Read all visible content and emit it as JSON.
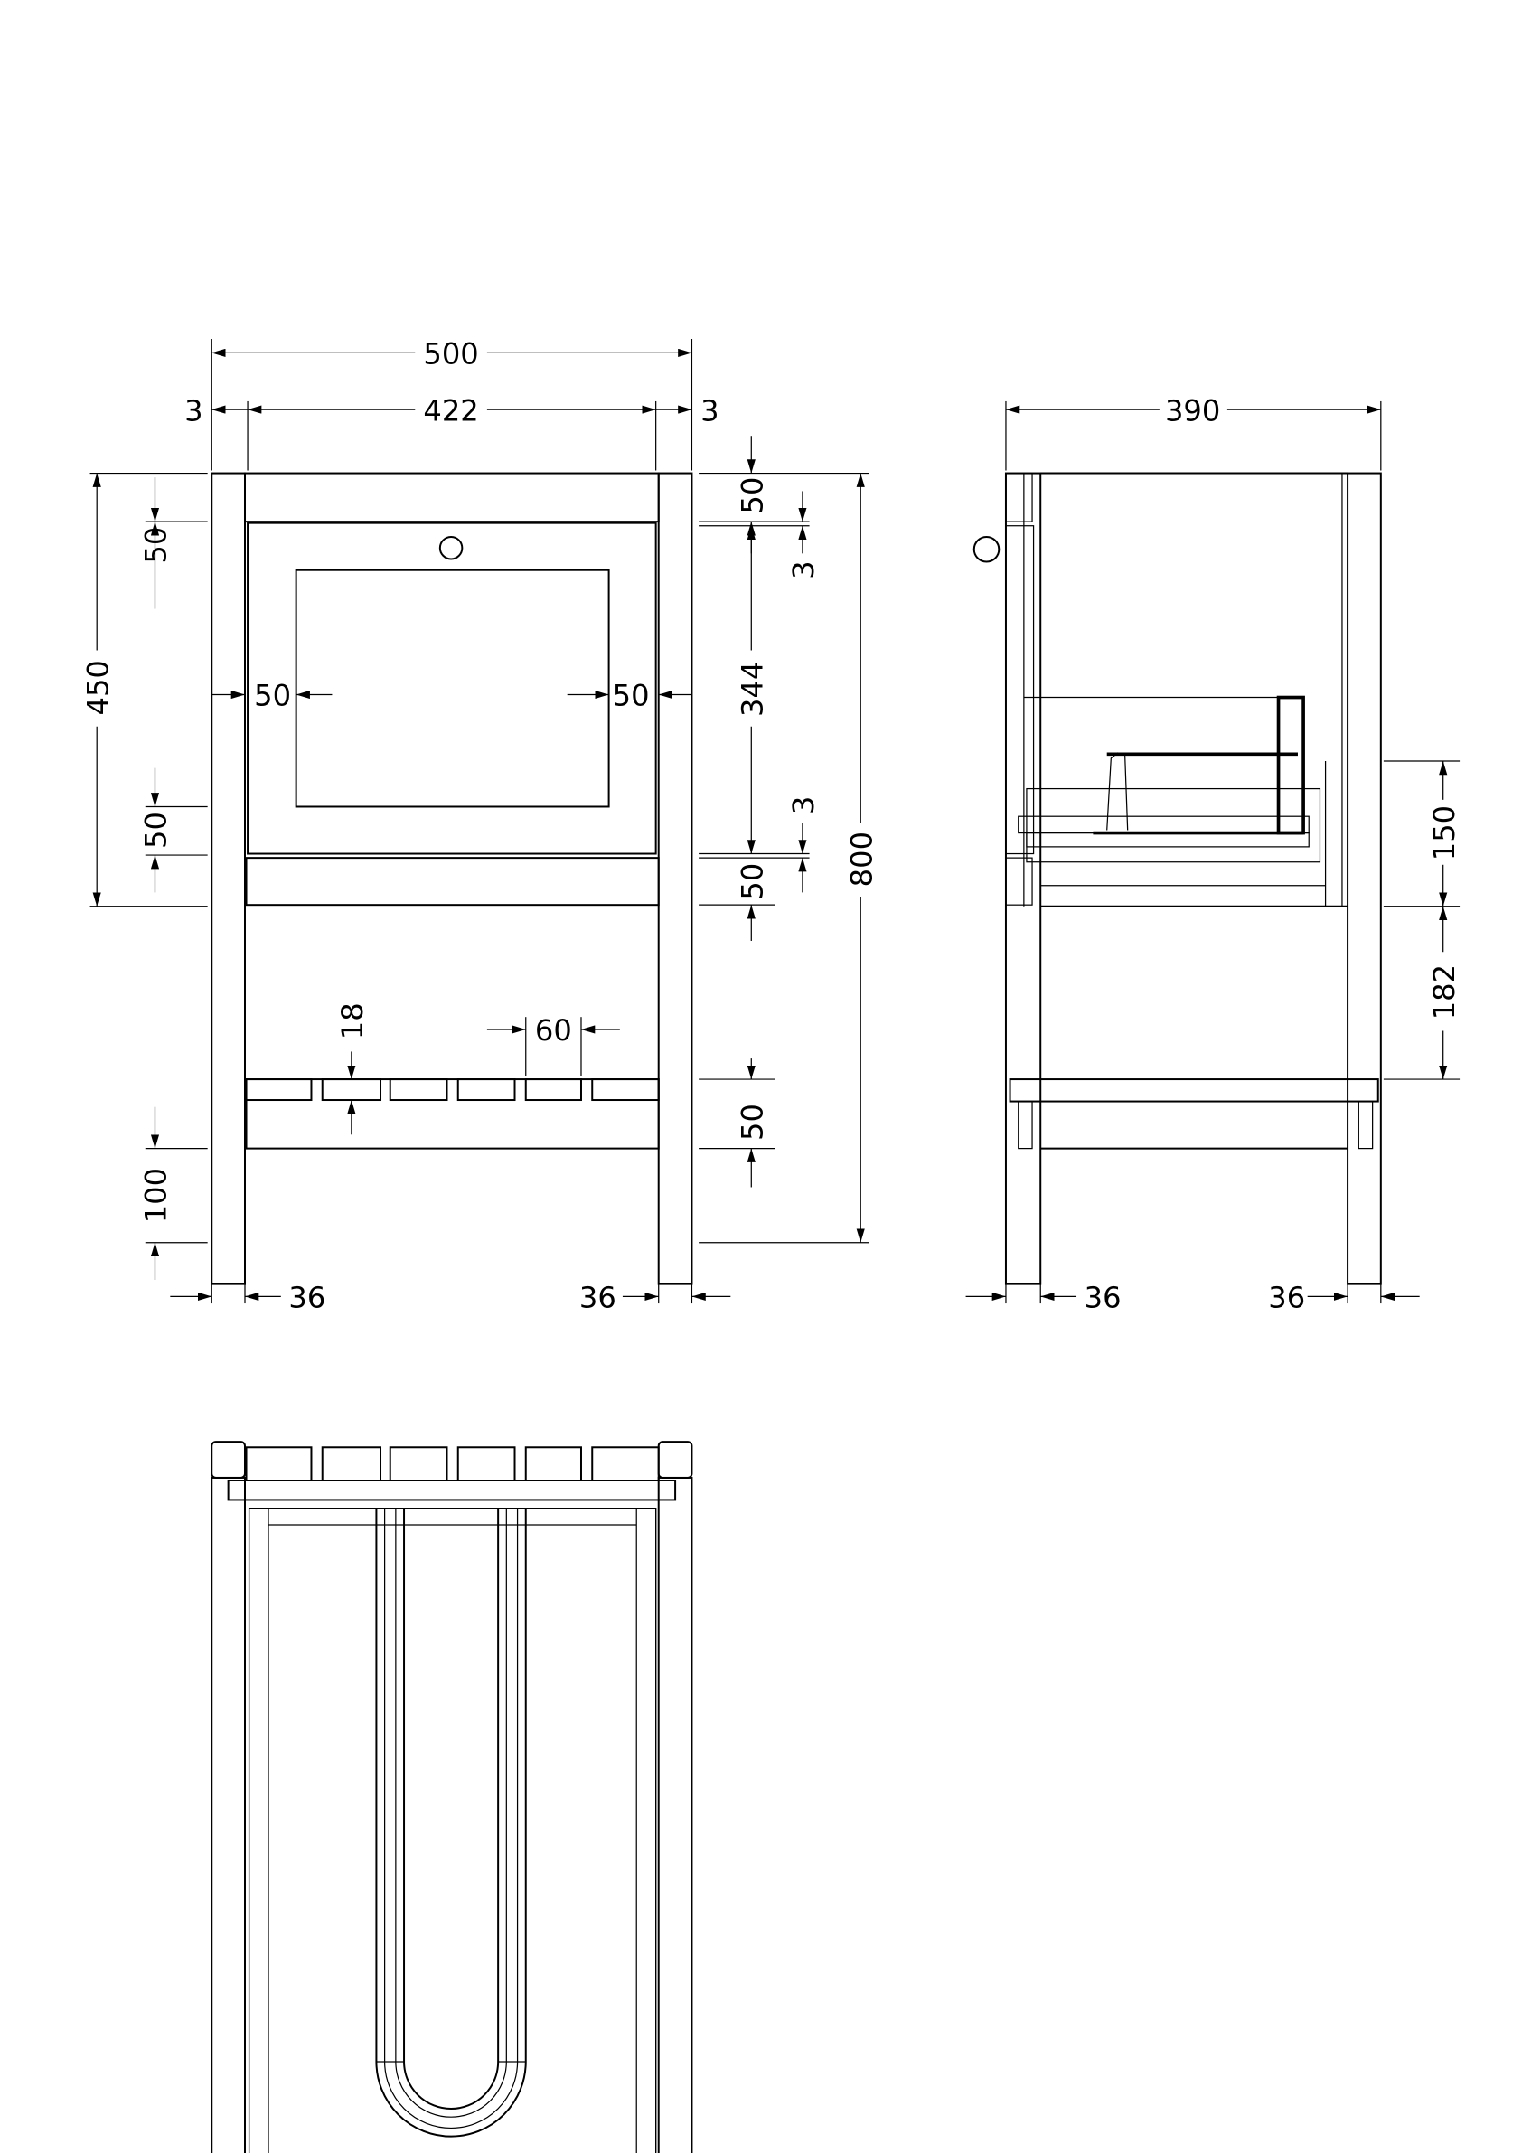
{
  "title": "Vanity unit technical drawing",
  "colors": {
    "line": "#000000",
    "background": "#ffffff"
  },
  "units": "mm",
  "front_view": {
    "overall_width": "500",
    "inner_width": "422",
    "left_gap": "3",
    "right_gap": "3",
    "upper_height": "450",
    "top_rail_left": "50",
    "bottom_rail_left": "50",
    "foot_height": "100",
    "glass_margin_left": "50",
    "glass_margin_right": "50",
    "top_rail_right": "50",
    "gap_top": "3",
    "panel_height": "344",
    "gap_bottom": "3",
    "lower_rail_right": "50",
    "overall_height": "800",
    "slat_thickness": "18",
    "slat_width": "60",
    "shelf_height": "50",
    "leg_left": "36",
    "leg_right": "36"
  },
  "side_view": {
    "depth": "390",
    "basin_height": "150",
    "shelf_gap": "182",
    "leg_left": "36",
    "leg_right": "36"
  }
}
